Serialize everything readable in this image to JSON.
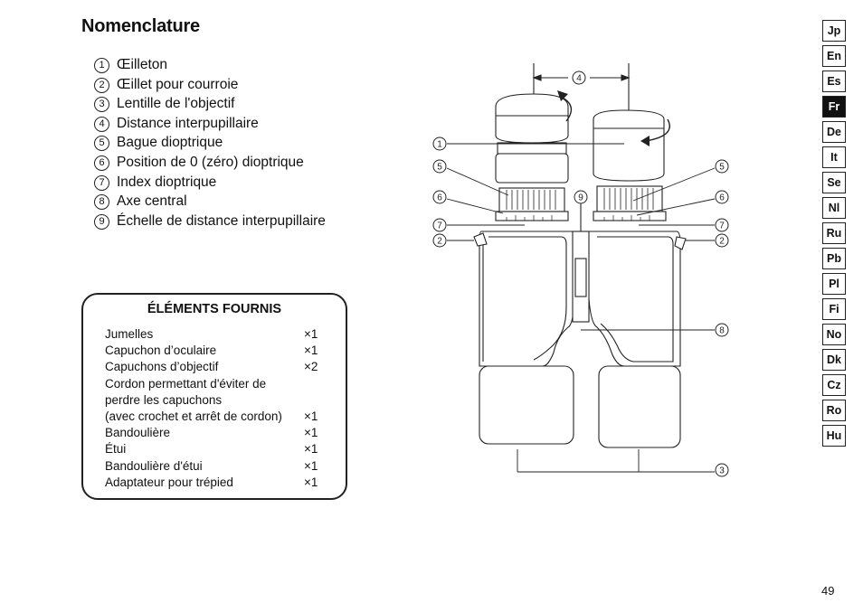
{
  "page": {
    "title": "Nomenclature",
    "page_number": "49"
  },
  "nomenclature": [
    {
      "num": "1",
      "label": "Œilleton"
    },
    {
      "num": "2",
      "label": "Œillet pour courroie"
    },
    {
      "num": "3",
      "label": "Lentille de l'objectif"
    },
    {
      "num": "4",
      "label": "Distance interpupillaire"
    },
    {
      "num": "5",
      "label": "Bague dioptrique"
    },
    {
      "num": "6",
      "label": "Position de 0 (zéro) dioptrique"
    },
    {
      "num": "7",
      "label": "Index dioptrique"
    },
    {
      "num": "8",
      "label": "Axe central"
    },
    {
      "num": "9",
      "label": "Échelle de distance interpupillaire"
    }
  ],
  "supplied_items": {
    "title": "ÉLÉMENTS FOURNIS",
    "rows": [
      {
        "label": "Jumelles",
        "qty": "×1"
      },
      {
        "label": "Capuchon d’oculaire",
        "qty": "×1"
      },
      {
        "label": "Capuchons d’objectif",
        "qty": "×2"
      },
      {
        "label": "Cordon permettant d'éviter de",
        "qty": ""
      },
      {
        "label": "perdre les capuchons",
        "qty": ""
      },
      {
        "label": "(avec crochet et arrêt de cordon)",
        "qty": "×1"
      },
      {
        "label": "Bandoulière",
        "qty": "×1"
      },
      {
        "label": "Étui",
        "qty": "×1"
      },
      {
        "label": "Bandoulière d'étui",
        "qty": "×1"
      },
      {
        "label": "Adaptateur pour trépied",
        "qty": "×1"
      }
    ]
  },
  "languages": [
    "Jp",
    "En",
    "Es",
    "Fr",
    "De",
    "It",
    "Se",
    "Nl",
    "Ru",
    "Pb",
    "Pl",
    "Fi",
    "No",
    "Dk",
    "Cz",
    "Ro",
    "Hu"
  ],
  "active_language": "Fr",
  "diagram_callouts": {
    "c1": "1",
    "c2l": "2",
    "c2r": "2",
    "c3": "3",
    "c4": "4",
    "c5l": "5",
    "c5r": "5",
    "c6l": "6",
    "c6r": "6",
    "c7l": "7",
    "c7r": "7",
    "c8": "8",
    "c9": "9"
  }
}
